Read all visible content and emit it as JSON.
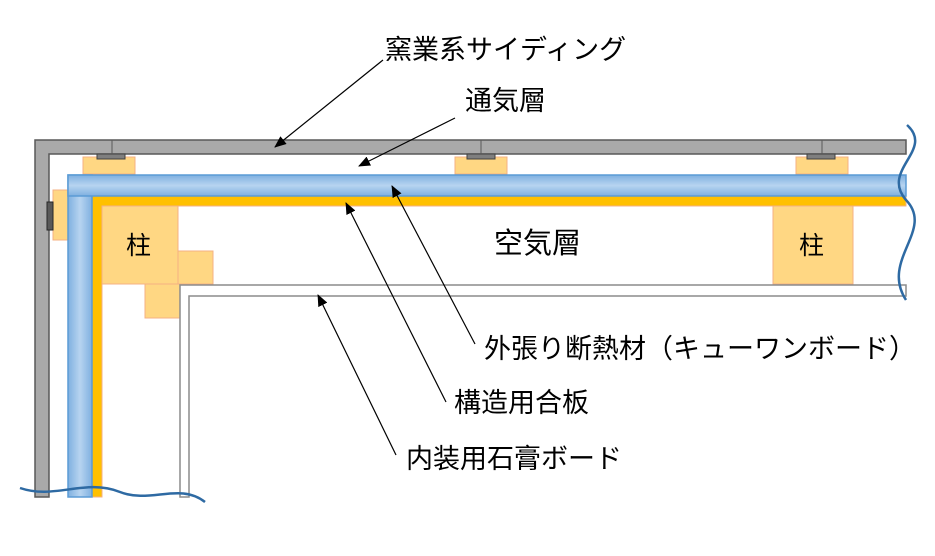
{
  "labels": {
    "siding": "窯業系サイディング",
    "air_vent": "通気層",
    "air_space": "空気層",
    "post": "柱",
    "insulation": "外張り断熱材（キューワンボード）",
    "plywood": "構造用合板",
    "gypsum": "内装用石膏ボード"
  },
  "colors": {
    "siding": "#a6a6a6",
    "insulation_fill": "#9dc3e6",
    "insulation_border": "#5b9bd5",
    "wood_fill": "#ffd783",
    "wood_border": "#f4b183",
    "plywood": "#ffc000",
    "gypsum_border": "#8c8c8c",
    "leader": "#000000"
  }
}
